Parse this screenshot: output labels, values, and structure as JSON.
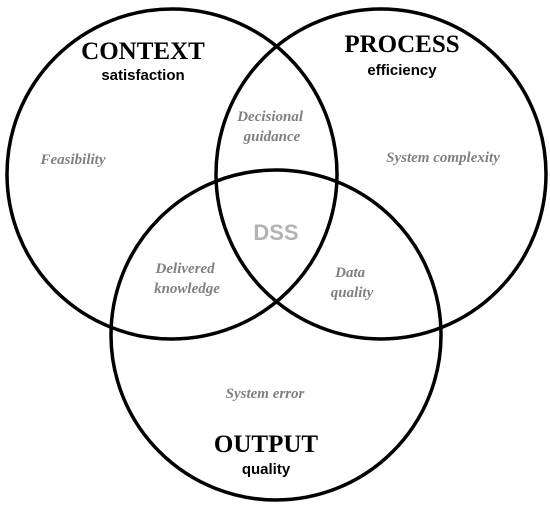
{
  "colors": {
    "outline": "#000000",
    "title_text": "#000000",
    "region_text": "#808080",
    "center_text": "#b3b3b3",
    "background": "#ffffff"
  },
  "sets": {
    "context": {
      "title": "CONTEXT",
      "subtitle": "satisfaction"
    },
    "process": {
      "title": "PROCESS",
      "subtitle": "efficiency"
    },
    "output": {
      "title": "OUTPUT",
      "subtitle": "quality"
    }
  },
  "regions": {
    "context_only": "Feasibility",
    "process_only": "System complexity",
    "output_only": "System error",
    "context_process": [
      "Decisional",
      "guidance"
    ],
    "context_output": [
      "Delivered",
      "knowledge"
    ],
    "process_output": [
      "Data",
      "quality"
    ],
    "all_three": "DSS"
  }
}
